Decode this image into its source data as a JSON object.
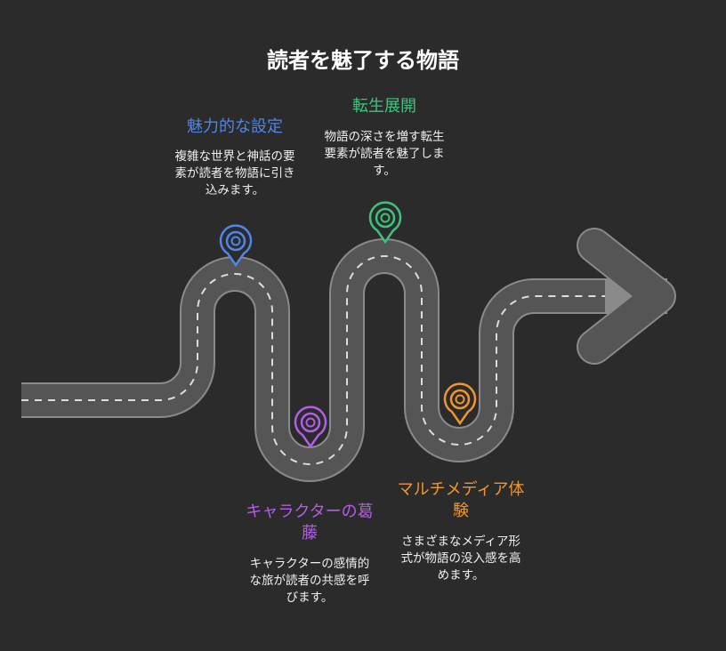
{
  "title": "読者を魅了する物語",
  "milestones": [
    {
      "title": "魅力的な設定",
      "description": "複雑な世界と神話の要素が読者を物語に引き込みます。",
      "color": "#4f86e8"
    },
    {
      "title": "転生展開",
      "description": "物語の深さを増す転生要素が読者を魅了します。",
      "color": "#3cc47c"
    },
    {
      "title": "キャラクターの葛藤",
      "description": "キャラクターの感情的な旅が読者の共感を呼びます。",
      "color": "#b35ee8"
    },
    {
      "title": "マルチメディア体験",
      "description": "さまざまなメディア形式が物語の没入感を高めます。",
      "color": "#f0962e"
    }
  ]
}
